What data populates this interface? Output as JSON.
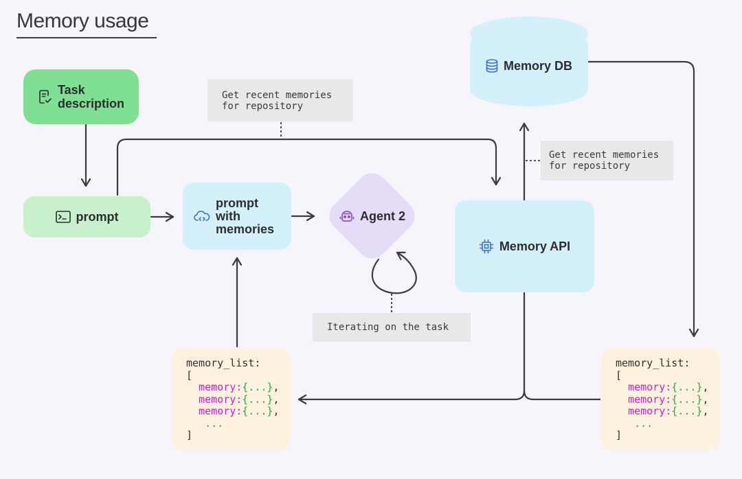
{
  "title": "Memory usage",
  "nodes": {
    "task": "Task\ndescription",
    "prompt": "prompt",
    "prompt_with_memories": "prompt\nwith\nmemories",
    "agent": "Agent 2",
    "memory_db": "Memory DB",
    "memory_api": "Memory API"
  },
  "notes": {
    "get_recent_1": "Get recent memories\nfor repository",
    "get_recent_2": "Get recent memories\nfor repository",
    "iterating": "Iterating on the task"
  },
  "memory_list": {
    "header": "memory_list:",
    "open": "[",
    "key": "memory:",
    "value": "{...}",
    "comma": ",",
    "ellipsis": "...",
    "close": "]"
  },
  "colors": {
    "task": "#7fe094",
    "prompt": "#c9f0cd",
    "blue_node": "#d4f1fb",
    "agent": "#e5dcf8",
    "memory_card": "#fdf2de",
    "note": "#e8e8e8",
    "key": "#d21fc8",
    "value": "#2aa84a",
    "db_icon": "#3b6fd6",
    "agent_icon": "#8a4fd8"
  },
  "icons": {
    "task": "document-check-icon",
    "prompt": "terminal-icon",
    "pwm": "cloud-code-icon",
    "agent": "robot-icon",
    "db": "database-icon",
    "api": "chip-icon"
  }
}
